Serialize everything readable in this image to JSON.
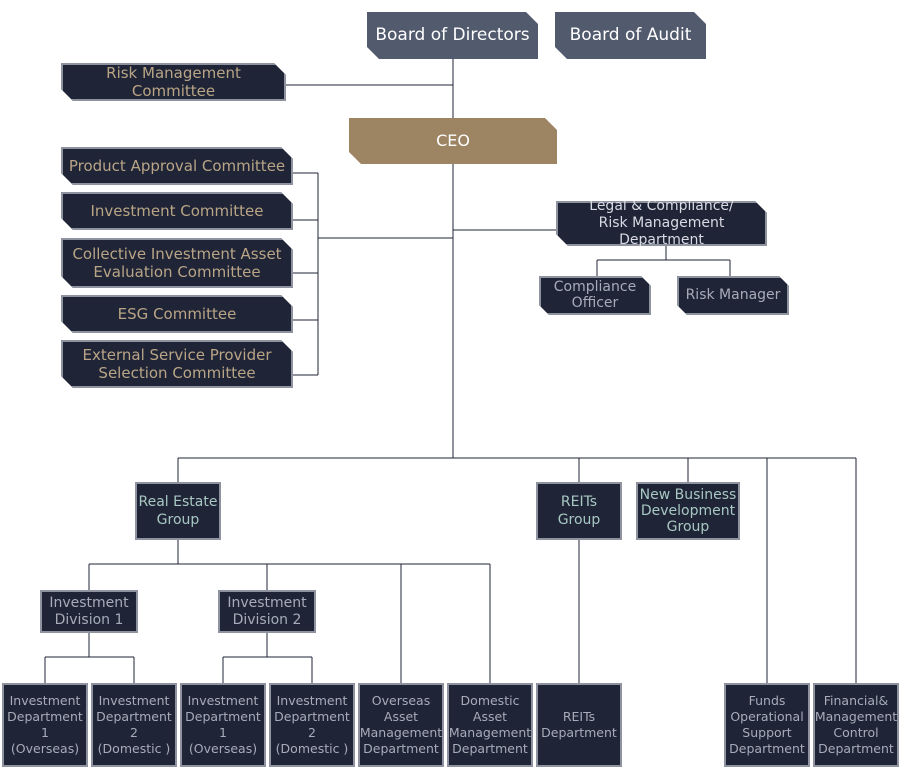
{
  "board": {
    "directors": "Board of Directors",
    "audit": "Board of Audit"
  },
  "risk_committee": "Risk Management Committee",
  "ceo": "CEO",
  "committees": [
    "Product Approval Committee",
    "Investment Committee",
    "Collective Investment Asset\nEvaluation Committee",
    "ESG Committee",
    "External Service Provider\nSelection Committee"
  ],
  "legal": {
    "department": "Legal & Compliance/\nRisk Management Department",
    "compliance_officer": "Compliance\nOfficer",
    "risk_manager": "Risk Manager"
  },
  "groups": {
    "real_estate": "Real Estate\nGroup",
    "reits": "REITs\nGroup",
    "new_business": "New Business\nDevelopment\nGroup"
  },
  "divisions": {
    "division_1": "Investment\nDivision 1",
    "division_2": "Investment\nDivision 2"
  },
  "departments": {
    "inv_dept_1_overseas_a": "Investment\nDepartment 1\n(Overseas)",
    "inv_dept_2_domestic_a": "Investment\nDepartment 2\n(Domestic )",
    "inv_dept_1_overseas_b": "Investment\nDepartment 1\n(Overseas)",
    "inv_dept_2_domestic_b": "Investment\nDepartment 2\n(Domestic )",
    "overseas_asset": "Overseas\nAsset\nManagement\nDepartment",
    "domestic_asset": "Domestic\nAsset\nManagement\nDepartment",
    "reits_dept": "REITs\nDepartment",
    "funds_operational": "Funds\nOperational\nSupport\nDepartment",
    "financial_mgmt": "Financial&\nManagement\nControl\nDepartment"
  }
}
